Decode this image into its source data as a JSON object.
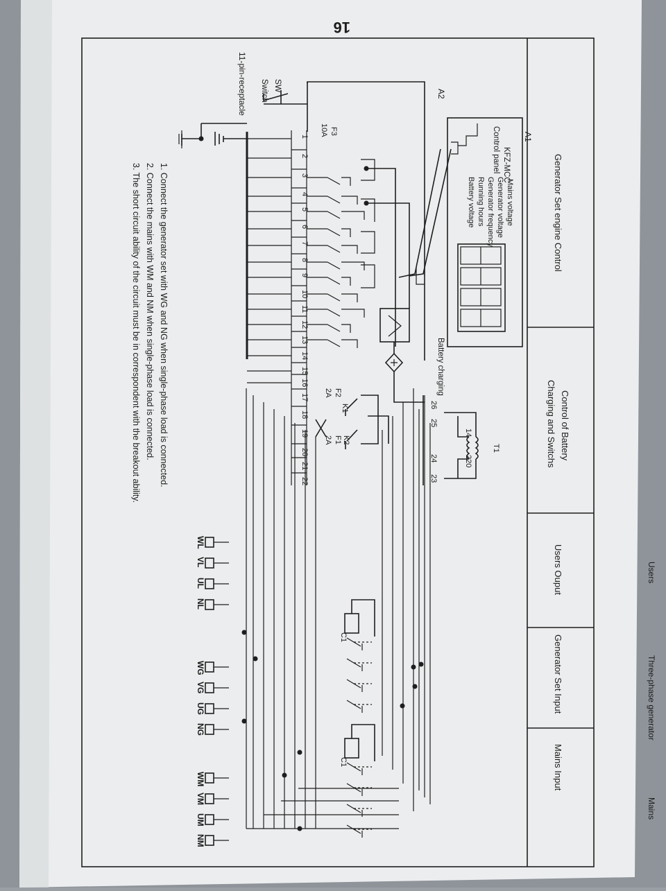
{
  "page_number": "16",
  "headers": {
    "engine_control": "Generator Set engine Control",
    "battery_charging_line1": "Control of Battery",
    "battery_charging_line2": "Charging and Switchs",
    "users_output": "Users Ouput",
    "generator_input": "Generator Set Input",
    "mains_input": "Mains Input"
  },
  "labels": {
    "a1": "A1",
    "a2": "A2",
    "kfz_mcc": "KFZ-MCC",
    "control_panel": "Control panel",
    "display_items": [
      "Mains voltage",
      "Generator voltage",
      "Generator frequency",
      "Running hours",
      "Battery voltage"
    ],
    "sw": "SW",
    "switch": "Switch",
    "receptacle": "11-pin-receptacle",
    "f3": "F3",
    "f3_rating": "10A",
    "f2": "F2",
    "f2_rating": "2A",
    "f1": "F1",
    "f1_rating": "2A",
    "k1": "K1",
    "k2": "K2",
    "battery_charging": "Battery charging",
    "t1": "T1",
    "t1_primary": "220",
    "t1_secondary": "14",
    "terminals": [
      "1",
      "2",
      "3",
      "4",
      "5",
      "6",
      "7",
      "8",
      "9",
      "10",
      "11",
      "12",
      "13",
      "14",
      "15",
      "16",
      "17",
      "18",
      "19",
      "20",
      "21",
      "22"
    ],
    "upper_terminals": [
      "26",
      "25",
      "24",
      "23"
    ],
    "c1": "C1",
    "users": "Users",
    "users_terminals": [
      "WL",
      "VL",
      "UL",
      "NL"
    ],
    "generator": "Three-phase generator",
    "generator_terminals": [
      "WG",
      "VG",
      "UG",
      "NG"
    ],
    "mains": "Mains",
    "mains_terminals": [
      "WM",
      "VM",
      "UM",
      "NM"
    ]
  },
  "notes": [
    "1. Connect the generator set with WG and NG when single-phase load is connected.",
    "2. Connect the mains with WM and NM when single-phase load is connected.",
    "3. The short circuit ability of the circuit must be in correspondent with the breakout ability."
  ]
}
